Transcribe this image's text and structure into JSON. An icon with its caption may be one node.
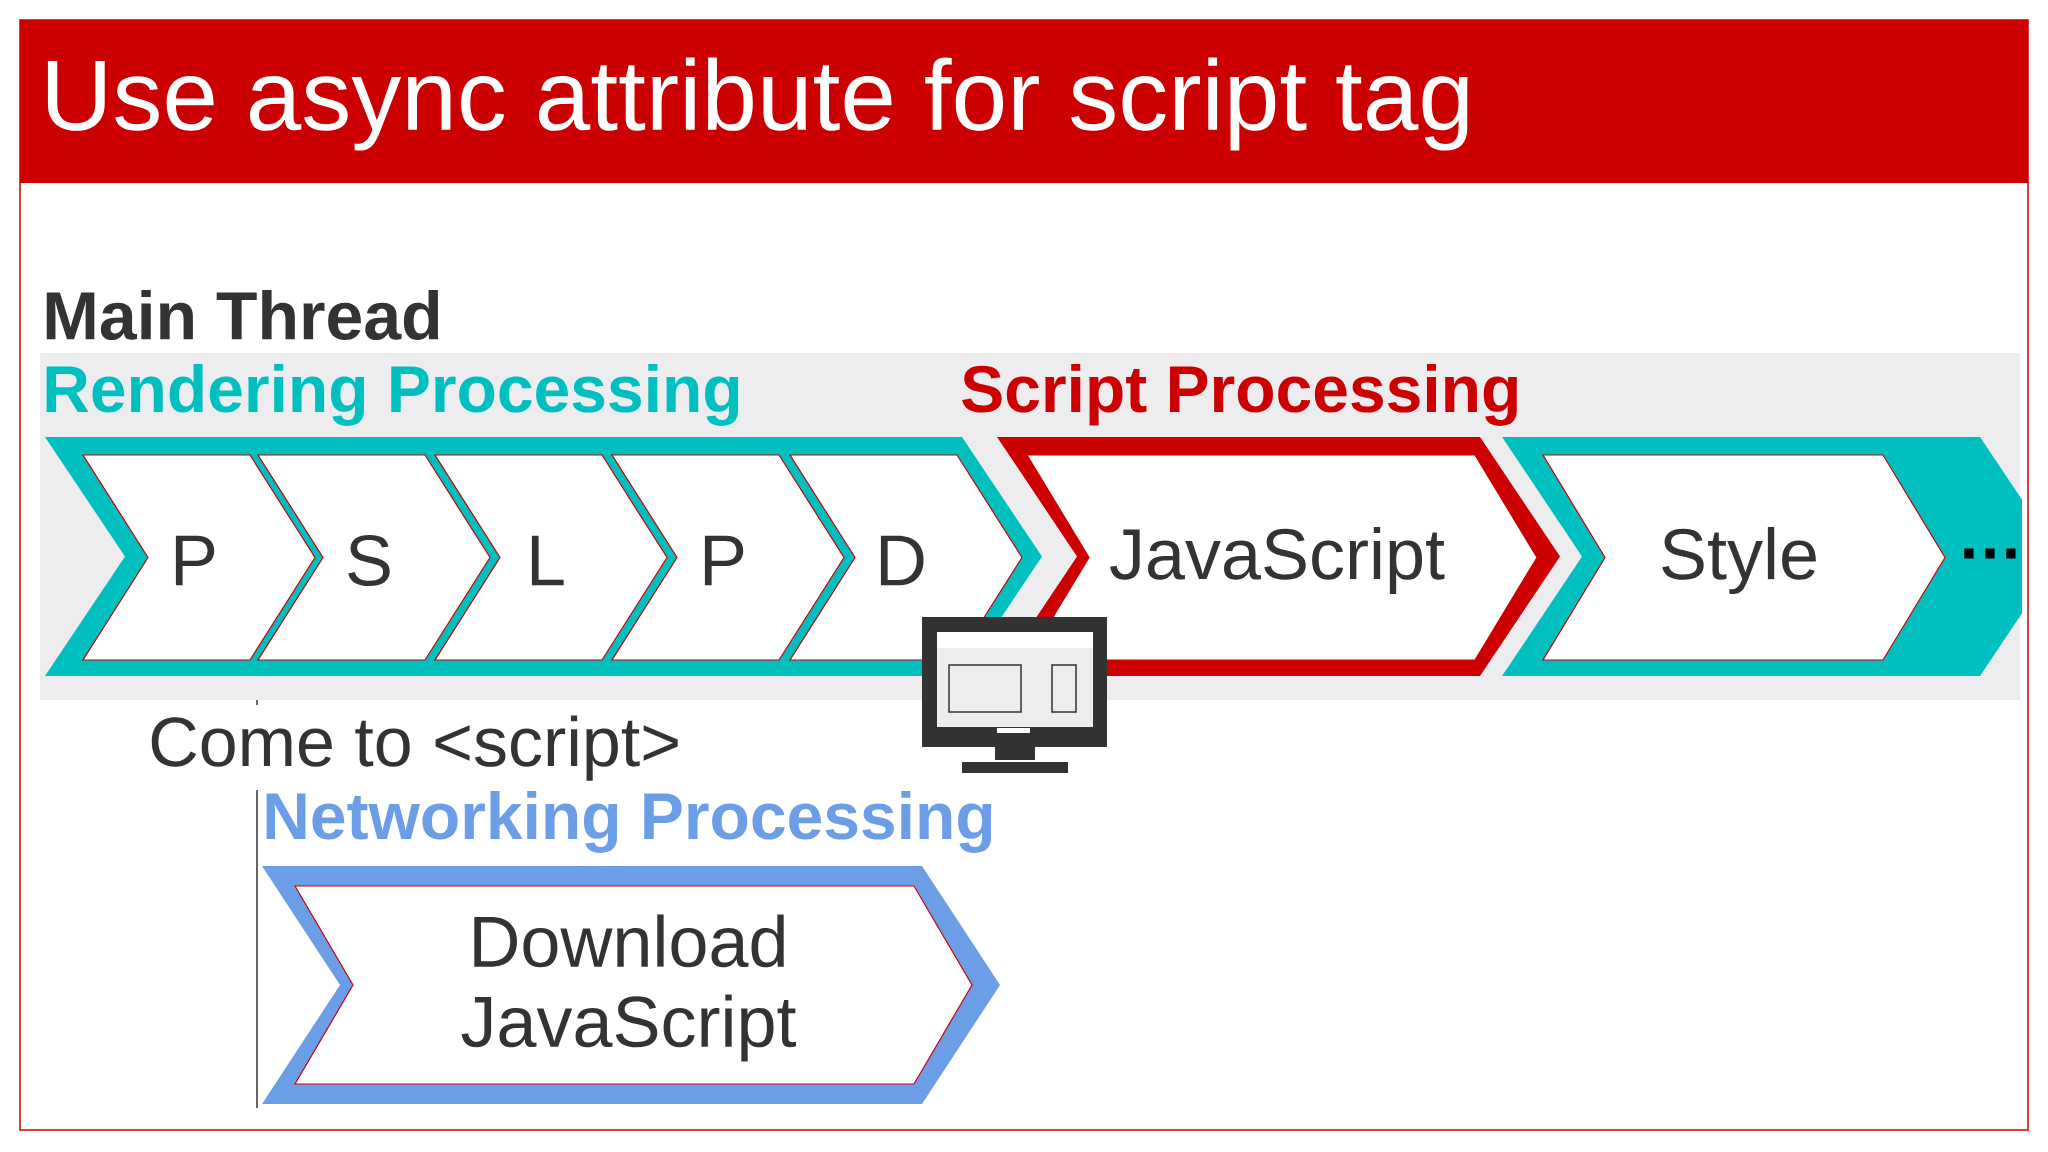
{
  "diagram": {
    "title": "Use async attribute for script tag",
    "nodes": [
      {
        "text": [
          "Main Thread"
        ]
      },
      {
        "text": [
          "Rendering Processing"
        ],
        "in": 0
      },
      {
        "text": [
          "P"
        ],
        "in": 1
      },
      {
        "text": [
          "S"
        ],
        "in": 1
      },
      {
        "text": [
          "L"
        ],
        "in": 1
      },
      {
        "text": [
          "P"
        ],
        "in": 1
      },
      {
        "text": [
          "D"
        ],
        "in": 1
      },
      {
        "text": [
          "Script Processing"
        ],
        "in": 0
      },
      {
        "text": [
          "JavaScript"
        ],
        "in": 7
      },
      {
        "text": [],
        "shape": "chevron",
        "in": 0
      },
      {
        "text": [
          "Style"
        ],
        "in": 9,
        "beside": [
          "…"
        ]
      },
      {
        "text": [
          "Networking Processing"
        ]
      },
      {
        "text": [
          "Download JavaScript"
        ],
        "in": 11
      }
    ],
    "labels": [
      "Come to <script>"
    ]
  }
}
